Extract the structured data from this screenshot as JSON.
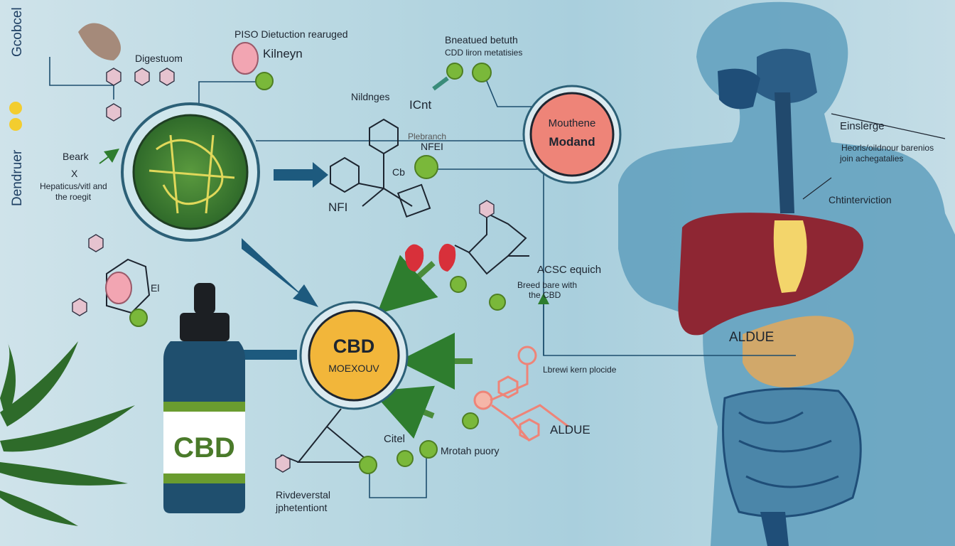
{
  "side": {
    "top": "Gcobcel",
    "bottom": "Dendruer"
  },
  "top_left": {
    "digest": "Digestuom",
    "process": "PISO Dietuction rearuged",
    "kidney": "Kilneyn"
  },
  "left": {
    "beark": "Beark",
    "x": "X",
    "hepatic": "Hepaticus/vitl and",
    "roegt": "the roegit",
    "ei": "El"
  },
  "top_mid": {
    "line1": "Bneatued betuth",
    "line2": "CDD liron metatisies",
    "nildnges": "Nildnges",
    "icnt": "ICnt",
    "plebranch": "Plebranch",
    "nfei": "NFEI",
    "nfi": "NFI",
    "cb": "Cb"
  },
  "node_top": {
    "line1": "Mouthene",
    "line2": "Modand"
  },
  "node_center": {
    "title": "CBD",
    "subtitle": "MOEXOUV"
  },
  "mid": {
    "acsc": "ACSC equich",
    "breed1": "Breed bare with",
    "breed2": "the CBD"
  },
  "lower": {
    "kern": "Lbrewi kern plocide",
    "aldue": "ALDUE",
    "citel": "Citel",
    "metab": "Mrotah puory",
    "riv1": "Rivdeverstal",
    "riv2": "jphetentiont"
  },
  "right": {
    "title": "Einslerge",
    "line1": "Heorls/oildnour barenios",
    "line2": "join achegatalies",
    "chinter": "Chtinterviction",
    "aldue": "ALDUE"
  },
  "bottle": {
    "label": "CBD"
  },
  "colors": {
    "navy": "#1d4e6e",
    "green_node": "#7ab83a",
    "cbd_yellow": "#f2b63a",
    "salmon": "#ee8478",
    "liver": "#8e2633",
    "body": "#5f9fbd"
  }
}
